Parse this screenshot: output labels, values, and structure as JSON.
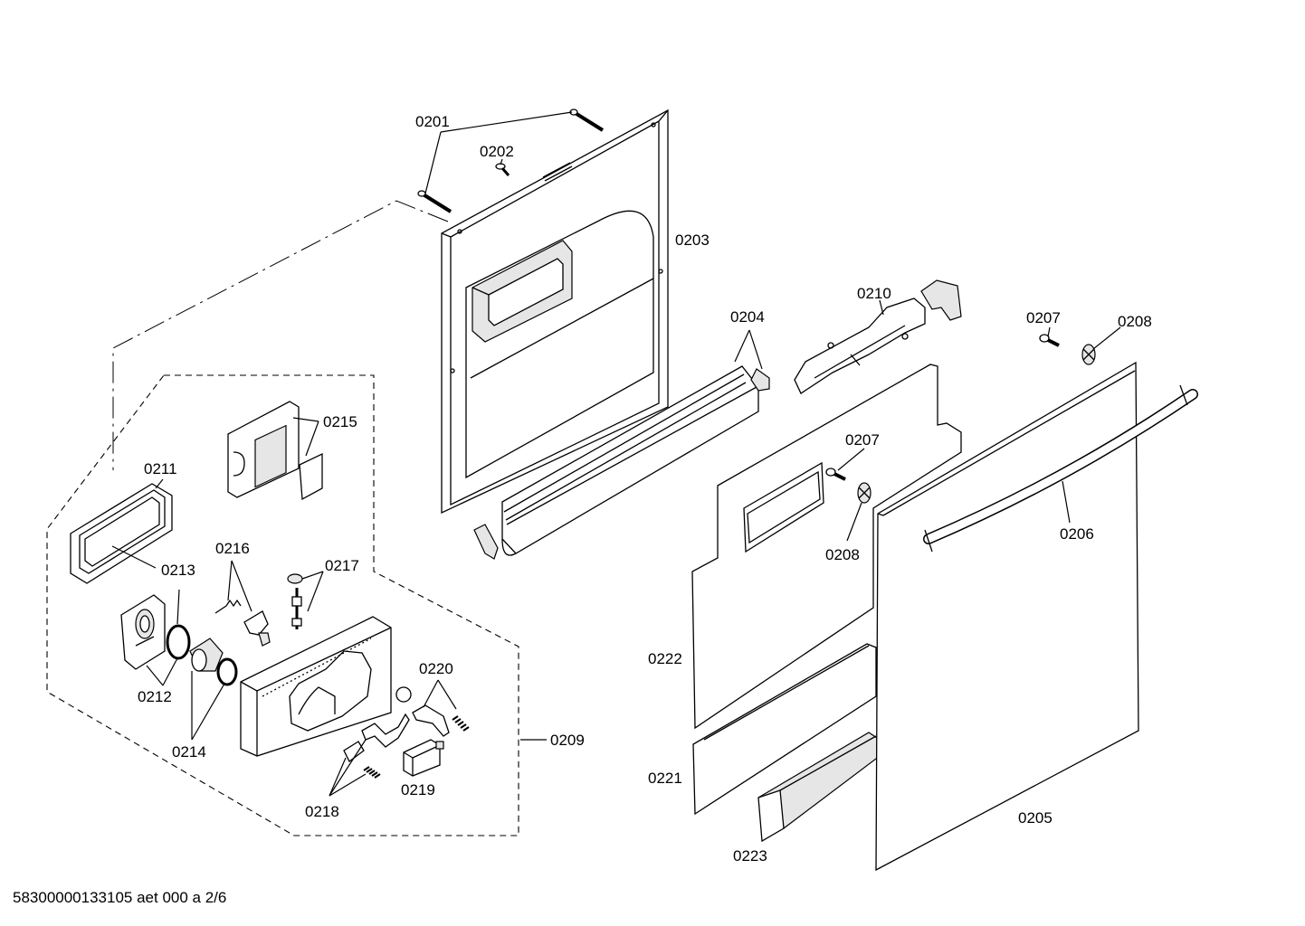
{
  "footer": {
    "document_code": "58300000133105 aet 000 a 2/6"
  },
  "labels": {
    "p0201": "0201",
    "p0202": "0202",
    "p0203": "0203",
    "p0204": "0204",
    "p0205": "0205",
    "p0206": "0206",
    "p0207a": "0207",
    "p0207b": "0207",
    "p0208a": "0208",
    "p0208b": "0208",
    "p0209": "0209",
    "p0210": "0210",
    "p0211": "0211",
    "p0212": "0212",
    "p0213": "0213",
    "p0214": "0214",
    "p0215": "0215",
    "p0216": "0216",
    "p0217": "0217",
    "p0218": "0218",
    "p0219": "0219",
    "p0220": "0220",
    "p0221": "0221",
    "p0222": "0222",
    "p0223": "0223"
  }
}
